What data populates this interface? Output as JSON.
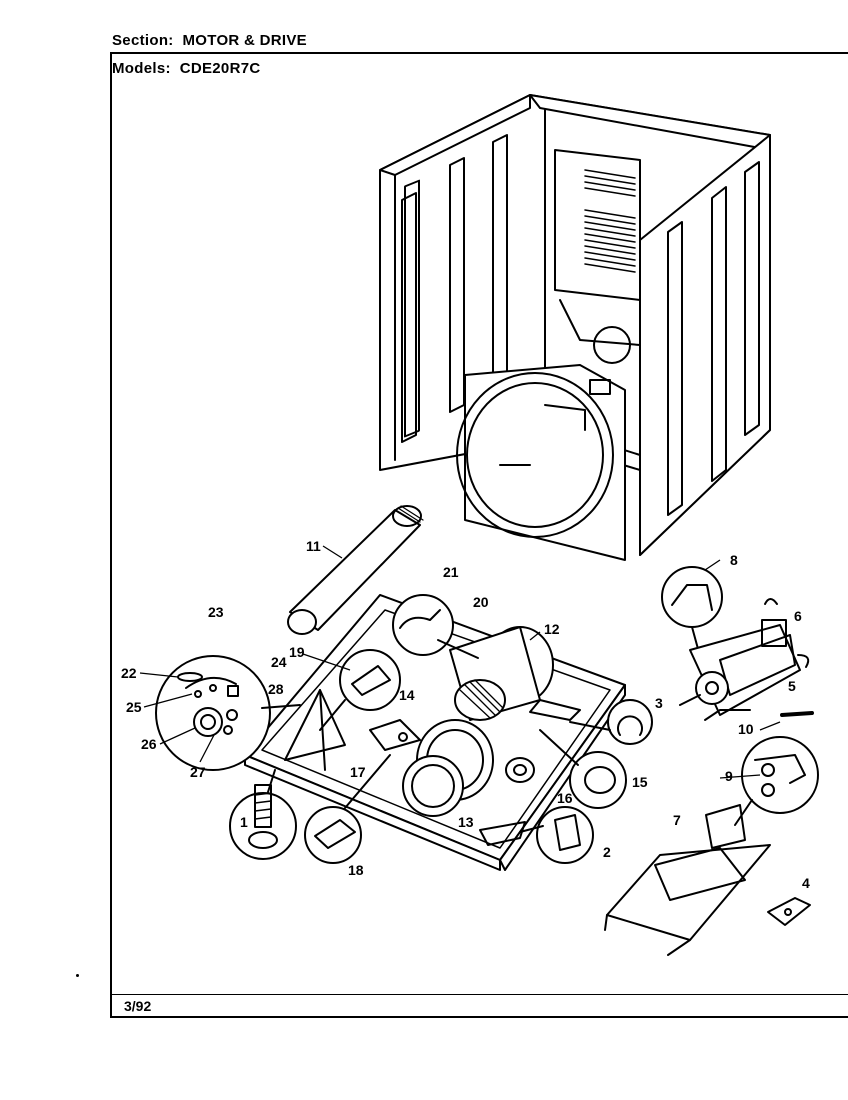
{
  "header": {
    "section_label": "Section:",
    "section_value": "MOTOR & DRIVE",
    "models_label": "Models:",
    "models_value": "CDE20R7C"
  },
  "footer": {
    "date": "3/92"
  },
  "parts": {
    "p1": "1",
    "p2": "2",
    "p3": "3",
    "p4": "4",
    "p5": "5",
    "p6": "6",
    "p7": "7",
    "p8": "8",
    "p9": "9",
    "p10": "10",
    "p11": "11",
    "p12": "12",
    "p13": "13",
    "p14": "14",
    "p15": "15",
    "p16": "16",
    "p17": "17",
    "p18": "18",
    "p19": "19",
    "p20": "20",
    "p21": "21",
    "p22": "22",
    "p23": "23",
    "p24": "24",
    "p25": "25",
    "p26": "26",
    "p27": "27",
    "p28": "28"
  }
}
